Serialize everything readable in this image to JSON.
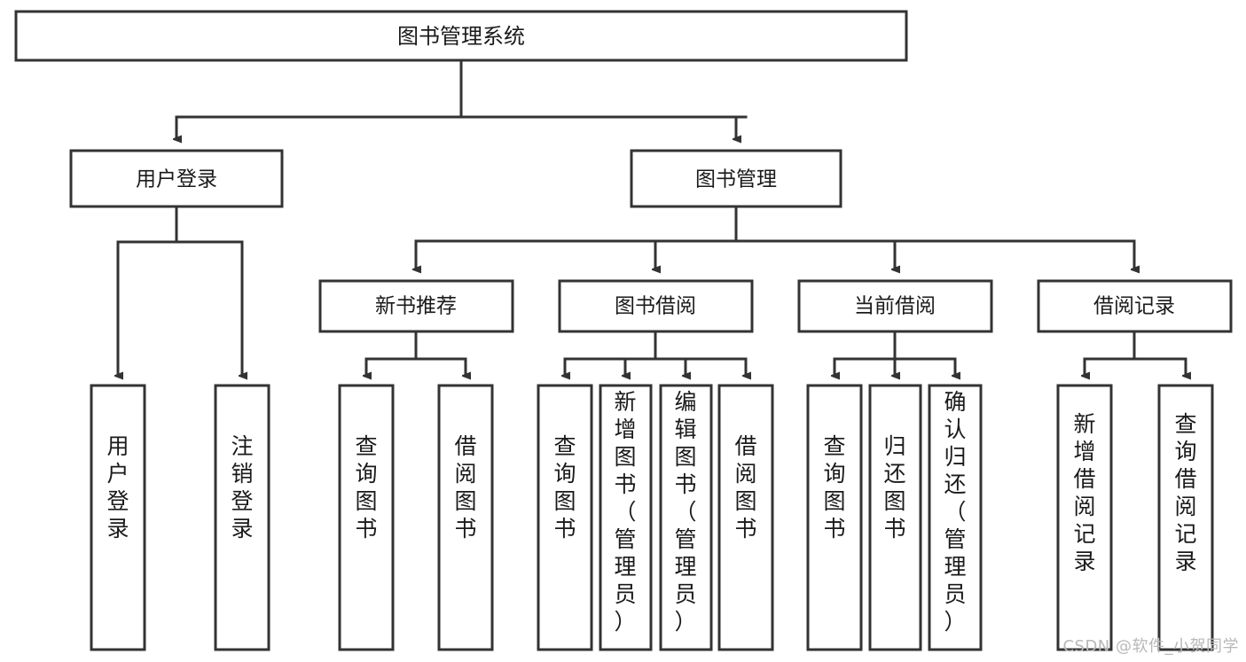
{
  "diagram": {
    "title": "图书管理系统",
    "watermark": "CSDN @软件_小贺同学",
    "accent_color": "#333333",
    "background_color": "#ffffff",
    "box_fill": "#ffffff",
    "root": {
      "label": "图书管理系统"
    },
    "level2": [
      {
        "label": "用户登录"
      },
      {
        "label": "图书管理"
      }
    ],
    "level3": [
      {
        "label": "新书推荐"
      },
      {
        "label": "图书借阅"
      },
      {
        "label": "当前借阅"
      },
      {
        "label": "借阅记录"
      }
    ],
    "leaves": {
      "user_login": [
        {
          "label": "用户登录"
        },
        {
          "label": "注销登录"
        }
      ],
      "new_book_recommend": [
        {
          "label": "查询图书"
        },
        {
          "label": "借阅图书"
        }
      ],
      "book_borrow": [
        {
          "label": "查询图书"
        },
        {
          "label": "新增图书（管理员）"
        },
        {
          "label": "编辑图书（管理员）"
        },
        {
          "label": "借阅图书"
        }
      ],
      "current_borrow": [
        {
          "label": "查询图书"
        },
        {
          "label": "归还图书"
        },
        {
          "label": "确认归还（管理员）"
        }
      ],
      "borrow_record": [
        {
          "label": "新增借阅记录"
        },
        {
          "label": "查询借阅记录"
        }
      ]
    }
  }
}
